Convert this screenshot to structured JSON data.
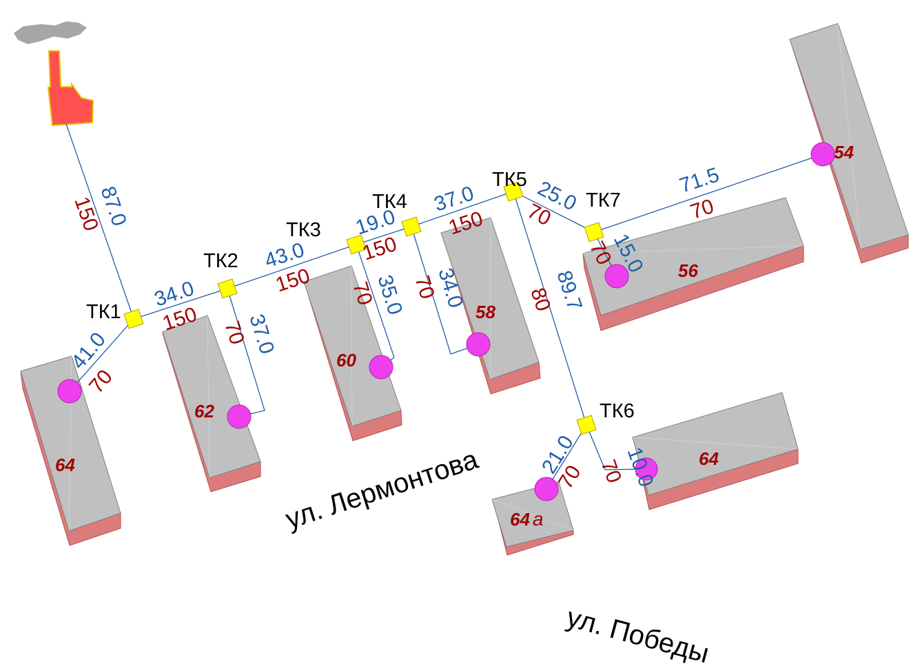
{
  "nodes": [
    "ТК1",
    "ТК2",
    "ТК3",
    "ТК4",
    "ТК5",
    "ТК6",
    "ТК7"
  ],
  "segments": [
    {
      "from": "source",
      "to": "ТК1",
      "length": "87.0",
      "diameter": "150"
    },
    {
      "from": "ТК1",
      "to": "ТК2",
      "length": "34.0",
      "diameter": "150"
    },
    {
      "from": "ТК2",
      "to": "ТК3",
      "length": "43.0",
      "diameter": "150"
    },
    {
      "from": "ТК3",
      "to": "ТК4",
      "length": "19.0",
      "diameter": "150"
    },
    {
      "from": "ТК4",
      "to": "ТК5",
      "length": "37.0",
      "diameter": "150"
    },
    {
      "from": "ТК5",
      "to": "ТК7",
      "length": "25.0",
      "diameter": "70"
    },
    {
      "from": "ТК7",
      "to": "54",
      "length": "71.5",
      "diameter": "70"
    },
    {
      "from": "ТК1",
      "to": "64",
      "length": "41.0",
      "diameter": "70"
    },
    {
      "from": "ТК2",
      "to": "62",
      "length": "37.0",
      "diameter": "70"
    },
    {
      "from": "ТК3",
      "to": "60",
      "length": "35.0",
      "diameter": "70"
    },
    {
      "from": "ТК4",
      "to": "58",
      "length": "34.0",
      "diameter": "70"
    },
    {
      "from": "ТК7",
      "to": "56",
      "length": "15.0",
      "diameter": "70"
    },
    {
      "from": "ТК5",
      "to": "ТК6",
      "length": "89.7",
      "diameter": "80"
    },
    {
      "from": "ТК6",
      "to": "64 а",
      "length": "21.0",
      "diameter": "70"
    },
    {
      "from": "ТК6",
      "to": "64",
      "length": "10.0",
      "diameter": "70"
    }
  ],
  "buildings": [
    {
      "id": "b64-left",
      "number": "64",
      "suffix": ""
    },
    {
      "id": "b62",
      "number": "62",
      "suffix": ""
    },
    {
      "id": "b60",
      "number": "60",
      "suffix": ""
    },
    {
      "id": "b58",
      "number": "58",
      "suffix": ""
    },
    {
      "id": "b56",
      "number": "56",
      "suffix": ""
    },
    {
      "id": "b54",
      "number": "54",
      "suffix": ""
    },
    {
      "id": "b64-right",
      "number": "64",
      "suffix": ""
    },
    {
      "id": "b64a",
      "number": "64",
      "suffix": "а"
    }
  ],
  "streets": [
    "ул. Лермонтова",
    "ул. Победы"
  ],
  "colors": {
    "pipe": "#1f5fa8",
    "length_label": "#1f5fa8",
    "diameter_label": "#a00000",
    "node": "#ffff00",
    "consumer": "#ee3fee",
    "roof": "#c0c0c0",
    "wall": "#dc7b7b",
    "source": "#ff5050"
  }
}
